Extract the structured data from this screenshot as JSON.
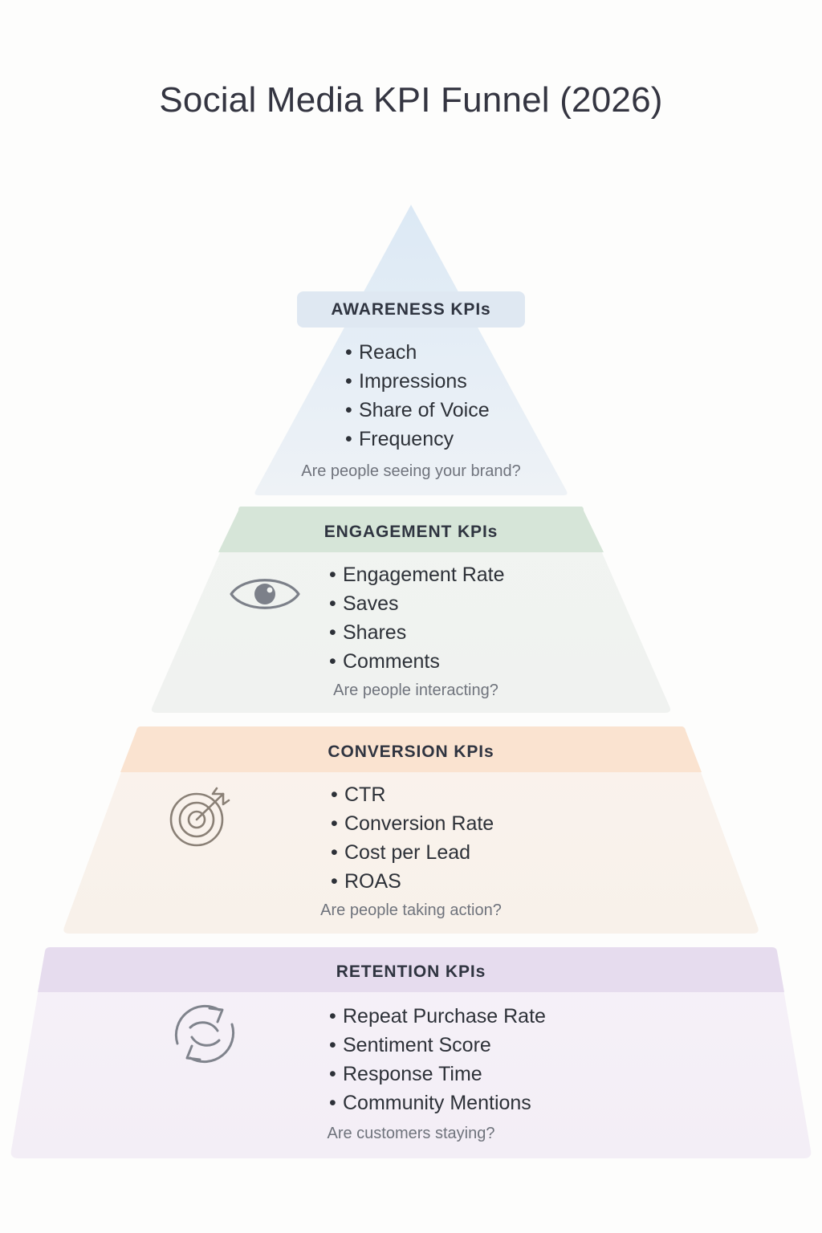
{
  "page": {
    "title": "Social Media KPI Funnel (2026)",
    "background_color": "#fdfdfc",
    "title_color": "#343541"
  },
  "chart_data": {
    "type": "pyramid",
    "title": "Social Media KPI Funnel (2026)",
    "orientation": "top-narrow",
    "level_count": 4,
    "levels": [
      {
        "index": 1,
        "label": "AWARENESS KPIs",
        "items": [
          "Reach",
          "Impressions",
          "Share of Voice",
          "Frequency"
        ],
        "caption": "Are people seeing your brand?",
        "icon": "none",
        "band_color": "#dfe8f2",
        "body_color": "#eaf1f8",
        "accent": "#cfe0ef"
      },
      {
        "index": 2,
        "label": "ENGAGEMENT KPIs",
        "items": [
          "Engagement Rate",
          "Saves",
          "Shares",
          "Comments"
        ],
        "caption": "Are people interacting?",
        "icon": "eye-icon",
        "band_color": "#d6e5d8",
        "body_color": "#f2f4f2",
        "accent": "#cfe0d2"
      },
      {
        "index": 3,
        "label": "CONVERSION KPIs",
        "items": [
          "CTR",
          "Conversion Rate",
          "Cost per Lead",
          "ROAS"
        ],
        "caption": "Are people taking action?",
        "icon": "target-icon",
        "band_color": "#fae3d0",
        "body_color": "#f9f2ec",
        "accent": "#f6dcc6"
      },
      {
        "index": 4,
        "label": "RETENTION KPIs",
        "items": [
          "Repeat Purchase Rate",
          "Sentiment Score",
          "Response Time",
          "Community Mentions"
        ],
        "caption": "Are customers staying?",
        "icon": "refresh-cycle-icon",
        "band_color": "#e6dcee",
        "body_color": "#f5f1f7",
        "accent": "#ddd0e8"
      }
    ]
  }
}
